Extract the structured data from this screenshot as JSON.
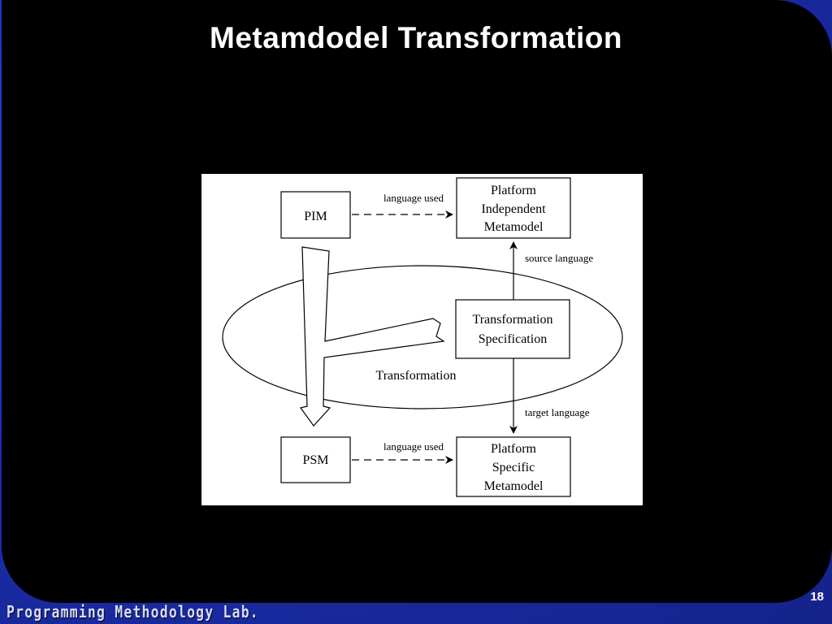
{
  "slide": {
    "title": "Metamdodel Transformation",
    "footer_lab": "Programming Methodology Lab.",
    "page_number": "18"
  },
  "diagram": {
    "pim_label": "PIM",
    "psm_label": "PSM",
    "pim_metamodel_lines": [
      "Platform",
      "Independent",
      "Metamodel"
    ],
    "psm_metamodel_lines": [
      "Platform",
      "Specific",
      "Metamodel"
    ],
    "spec_lines": [
      "Transformation",
      "Specification"
    ],
    "language_used_top": "language used",
    "language_used_bottom": "language used",
    "source_language": "source language",
    "target_language": "target language",
    "transformation_label": "Transformation"
  }
}
